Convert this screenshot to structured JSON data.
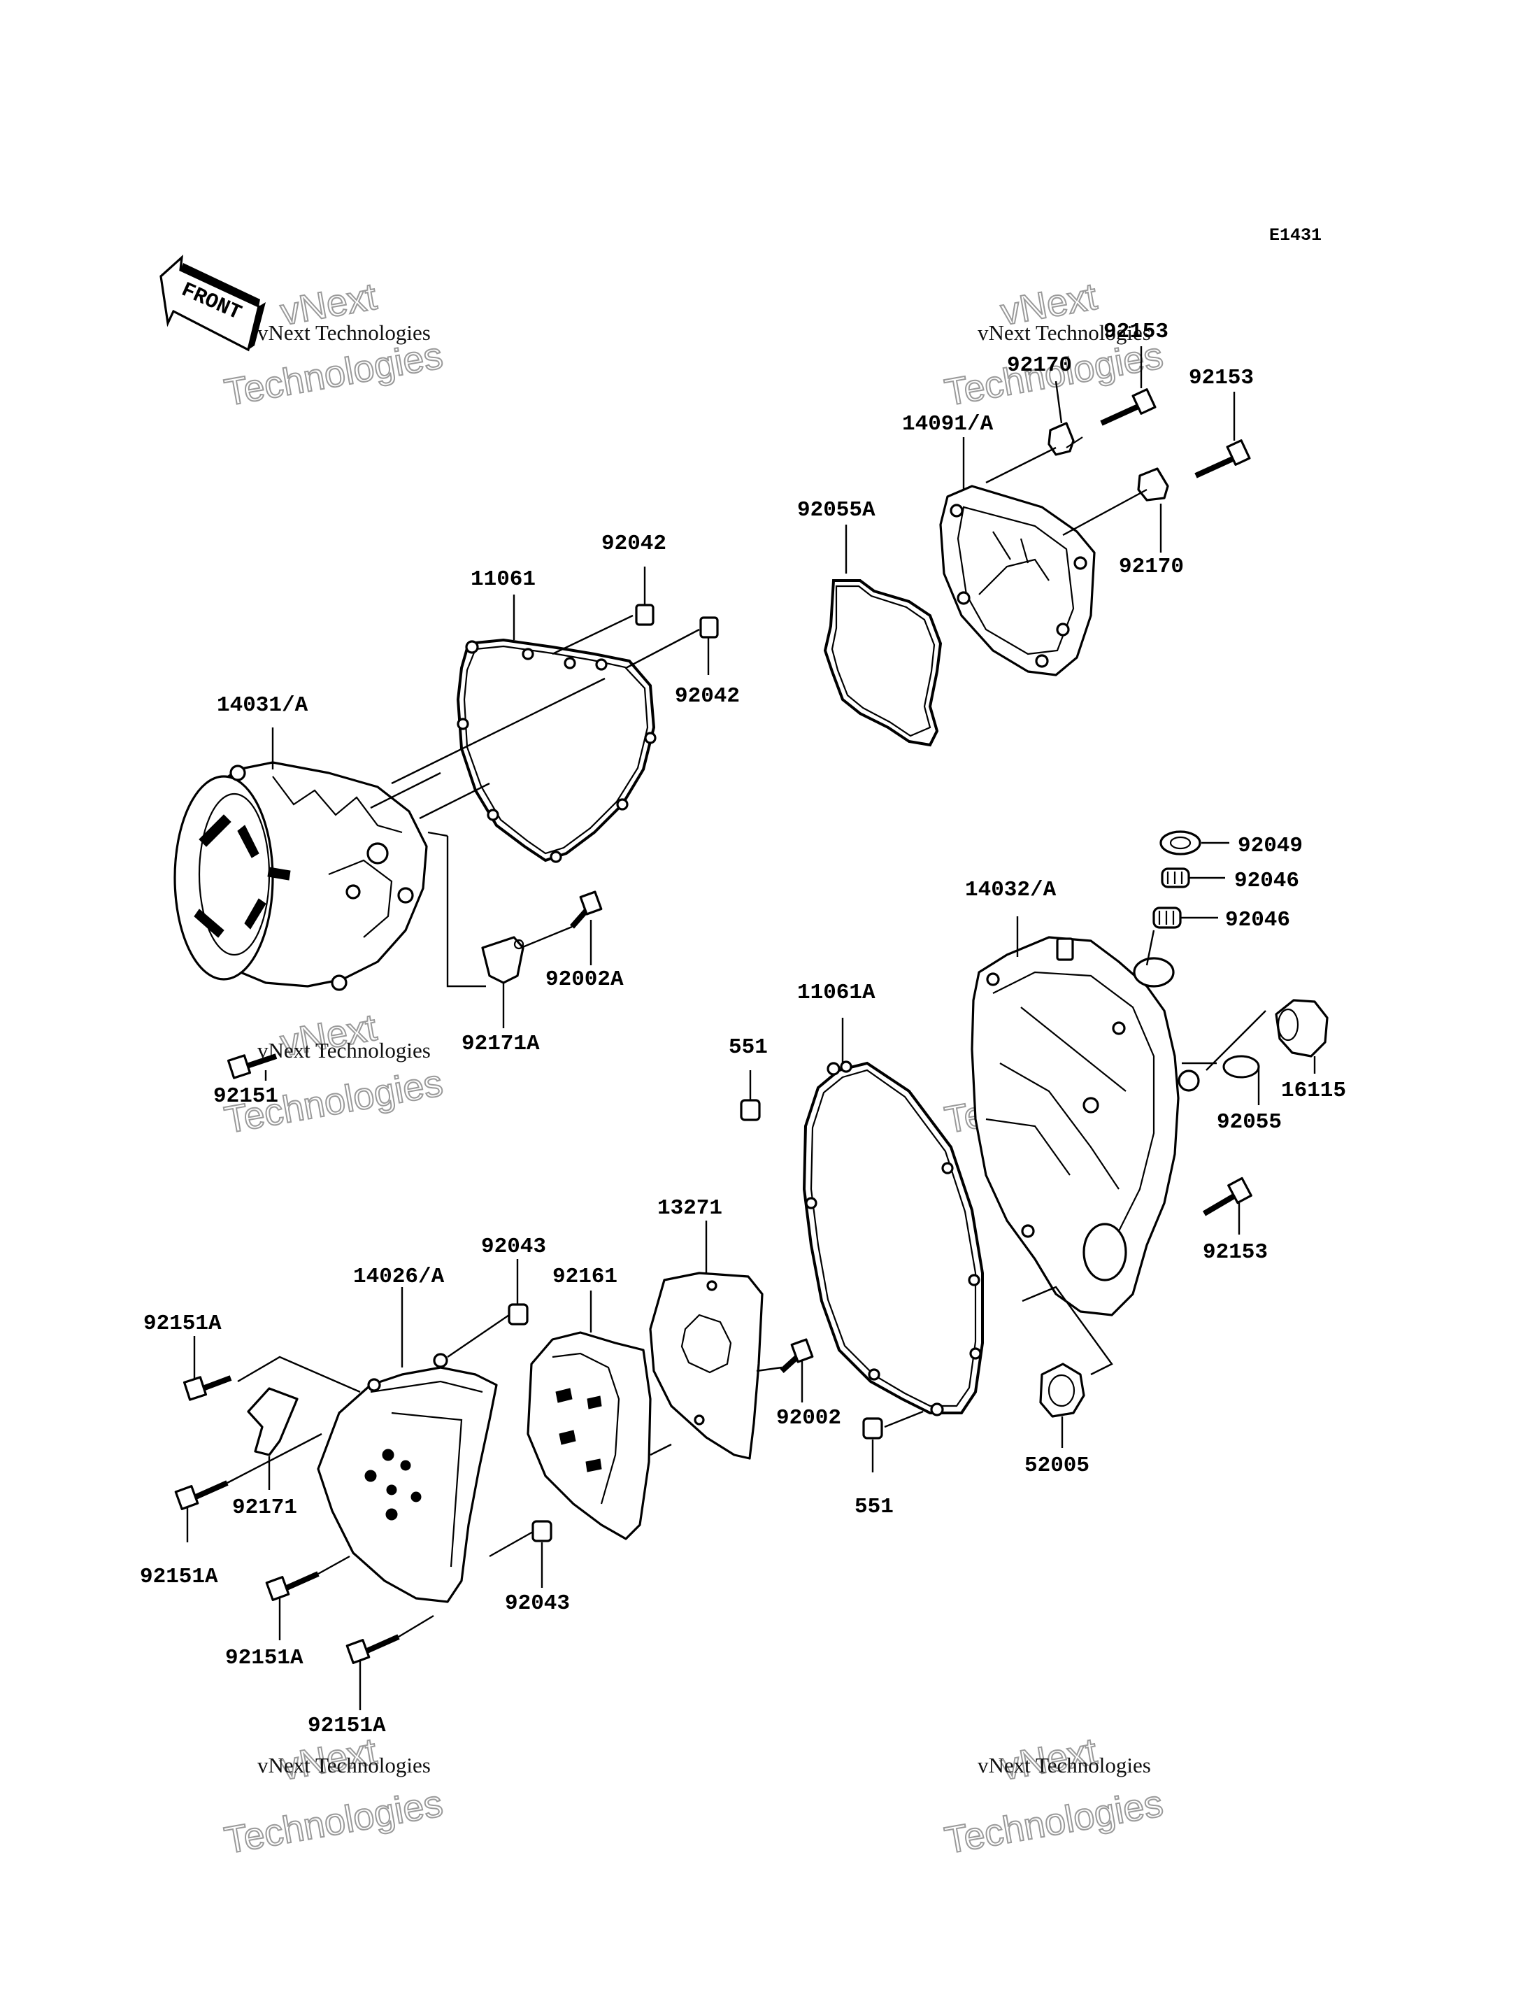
{
  "diagram": {
    "code": "E1431",
    "front_label": "FRONT",
    "colors": {
      "ink": "#000000",
      "paper": "#ffffff",
      "watermark_outline": "#9a9a9a"
    }
  },
  "watermark": {
    "line_company": "vNext Technologies",
    "line_top": "vNext",
    "line_bottom": "Technologies"
  },
  "labels": {
    "p92153_top": "92153",
    "p92170_top": "92170",
    "p92153_right": "92153",
    "p14091": "14091/A",
    "p92055A": "92055A",
    "p92170_bottom": "92170",
    "p11061": "11061",
    "p92042_top": "92042",
    "p92042_bottom": "92042",
    "p14031": "14031/A",
    "p92002A": "92002A",
    "p92171A": "92171A",
    "p92151_left": "92151",
    "p92049": "92049",
    "p92046_top": "92046",
    "p92046_bottom": "92046",
    "p14032": "14032/A",
    "p11061A": "11061A",
    "p551_top": "551",
    "p16115": "16115",
    "p92055": "92055",
    "p92153_lower": "92153",
    "p13271": "13271",
    "p92043_top": "92043",
    "p92161": "92161",
    "p14026": "14026/A",
    "p92151A_1": "92151A",
    "p92002": "92002",
    "p52005": "52005",
    "p551_bottom": "551",
    "p92171": "92171",
    "p92151A_2": "92151A",
    "p92043_bottom": "92043",
    "p92151A_3": "92151A",
    "p92151A_4": "92151A"
  }
}
